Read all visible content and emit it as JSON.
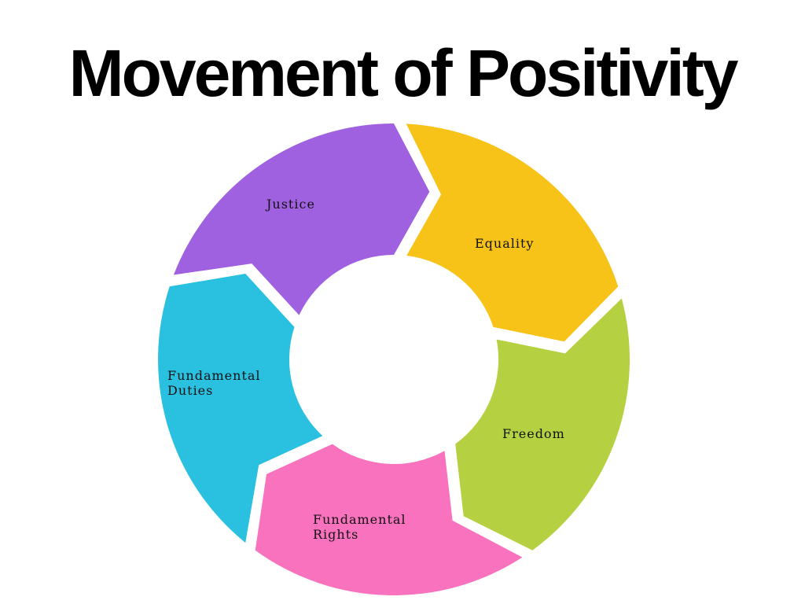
{
  "title": "Movement of Positivity",
  "segments": [
    {
      "label": "Justice",
      "color": "#9F61E0"
    },
    {
      "label": "Equality",
      "color": "#F7C318"
    },
    {
      "label": "Freedom",
      "color": "#B5D142"
    },
    {
      "label": "Fundamental\nRights",
      "color": "#F872BD"
    },
    {
      "label": "Fundamental\nDuties",
      "color": "#2AC1E0"
    }
  ]
}
